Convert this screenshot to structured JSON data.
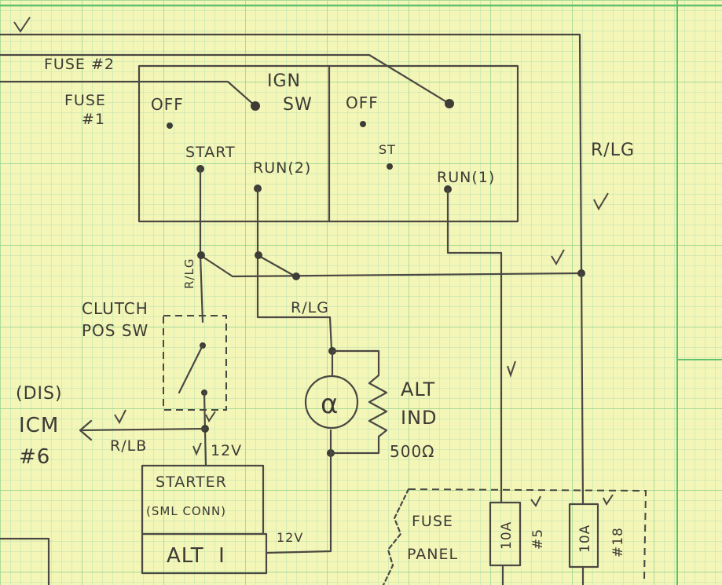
{
  "labels": {
    "fuse2": "FUSE #2",
    "fuse1_a": "FUSE",
    "fuse1_b": "#1",
    "ign_a": "IGN",
    "ign_b": "SW",
    "off_left": "OFF",
    "off_right": "OFF",
    "start": "START",
    "run2": "RUN(2)",
    "st": "ST",
    "run1": "RUN(1)",
    "rlg_right": "R/LG",
    "rlg_vertical": "R/LG",
    "clutch_a": "CLUTCH",
    "clutch_b": "POS SW",
    "rlg_mid": "R/LG",
    "dis": "(DIS)",
    "icm": "ICM",
    "icm_num": "#6",
    "rlb": "R/LB",
    "v12_starter": "12V",
    "alt_ind_a": "ALT",
    "alt_ind_b": "IND",
    "resistance": "500Ω",
    "starter_a": "STARTER",
    "starter_b": "(SML CONN)",
    "alt_i": "ALT  I",
    "v12_alt": "12V",
    "fuse_panel_a": "FUSE",
    "fuse_panel_b": "PANEL",
    "fuse5_rating": "10A",
    "fuse5_num": "#5",
    "fuse18_rating": "10A",
    "fuse18_num": "#18",
    "meter_symbol": "α"
  }
}
